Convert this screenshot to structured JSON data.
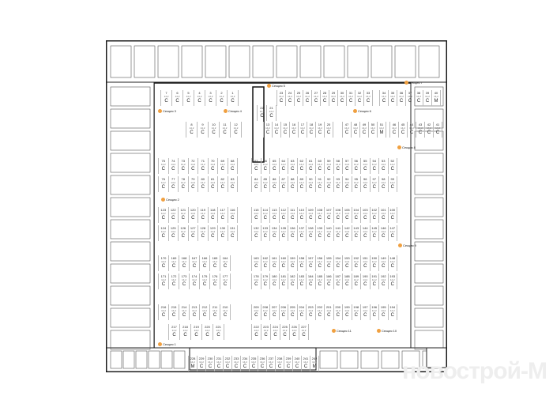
{
  "sections": [
    "Секция 1",
    "Секция 2",
    "Секция 3",
    "Секция 4",
    "Секция 5",
    "Секция 6",
    "Секция 7",
    "Секция 8",
    "Секция 9",
    "Секция 10",
    "Секция 11"
  ],
  "type_labels": {
    "standard": "С",
    "large": "М"
  },
  "spot_area": "14,2",
  "rows": [
    {
      "spots": [
        7,
        6,
        5,
        4,
        3,
        2,
        1
      ]
    },
    {
      "spots": [
        23,
        24,
        25,
        26,
        27,
        28,
        29,
        30,
        31,
        32,
        33
      ]
    },
    {
      "spots": [
        34,
        35,
        36,
        37,
        38,
        39,
        40
      ],
      "large": [
        40
      ]
    },
    {
      "spots": [
        22,
        21
      ]
    },
    {
      "spots": [
        8,
        9,
        10,
        11,
        12
      ]
    },
    {
      "spots": [
        13,
        14,
        15,
        16,
        17,
        18,
        19,
        20
      ]
    },
    {
      "spots": [
        47,
        48,
        49,
        50,
        51
      ],
      "large": [
        51
      ]
    },
    {
      "spots": [
        46,
        45,
        44,
        43,
        42,
        41
      ]
    },
    {
      "spots": [
        75,
        74,
        73,
        72,
        71,
        70,
        69,
        68
      ]
    },
    {
      "spots": [
        67,
        66,
        65,
        64,
        63,
        62,
        61,
        60,
        59,
        58,
        57,
        56,
        55,
        54,
        53,
        52
      ]
    },
    {
      "spots": [
        76,
        77,
        78,
        79,
        80,
        81,
        82,
        83
      ]
    },
    {
      "spots": [
        84,
        85,
        86,
        87,
        88,
        89,
        90,
        91,
        92,
        93,
        94,
        95,
        96,
        97,
        98,
        99
      ]
    },
    {
      "spots": [
        123,
        122,
        121,
        120,
        119,
        118,
        117,
        116
      ]
    },
    {
      "spots": [
        115,
        114,
        113,
        112,
        111,
        110,
        109,
        108,
        107,
        106,
        105,
        104,
        103,
        102,
        101,
        100
      ]
    },
    {
      "spots": [
        124,
        125,
        126,
        127,
        128,
        129,
        130,
        131
      ]
    },
    {
      "spots": [
        132,
        133,
        134,
        135,
        136,
        137,
        138,
        139,
        140,
        141,
        142,
        143,
        144,
        145,
        146,
        147
      ]
    },
    {
      "spots": [
        170,
        169,
        168,
        167,
        166,
        165,
        164
      ]
    },
    {
      "spots": [
        163,
        162,
        161,
        160,
        159,
        158,
        157,
        156,
        155,
        154,
        153,
        152,
        151,
        150,
        149,
        148
      ]
    },
    {
      "spots": [
        171,
        172,
        173,
        174,
        175,
        176,
        177
      ]
    },
    {
      "spots": [
        178,
        179,
        180,
        181,
        182,
        183,
        184,
        185,
        186,
        187,
        188,
        189,
        190,
        191,
        192,
        193
      ]
    },
    {
      "spots": [
        216,
        215,
        214,
        213,
        212,
        211,
        210
      ]
    },
    {
      "spots": [
        209,
        208,
        207,
        206,
        205,
        204,
        203,
        202,
        201,
        200,
        199,
        198,
        197,
        196,
        195,
        194
      ]
    },
    {
      "spots": [
        217,
        218,
        219,
        220,
        221
      ]
    },
    {
      "spots": [
        222,
        223,
        224,
        225,
        226,
        227
      ]
    },
    {
      "spots": [
        228,
        229,
        230,
        231,
        232,
        233,
        234,
        235,
        236,
        237,
        238,
        239,
        240,
        241,
        242
      ],
      "large": [
        228,
        242
      ]
    }
  ],
  "watermark": "новострой-М"
}
